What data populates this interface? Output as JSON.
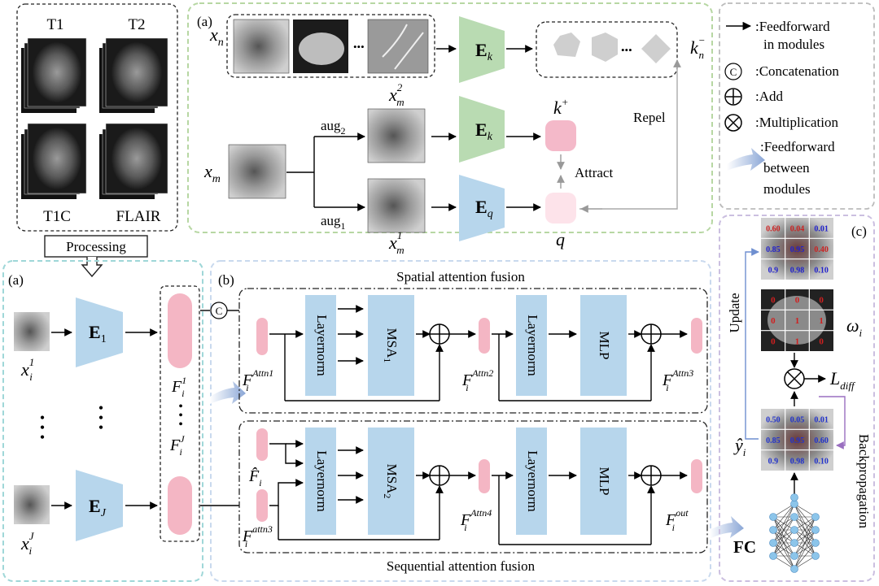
{
  "mri": {
    "t1": "T1",
    "t2": "T2",
    "t1c": "T1C",
    "flair": "FLAIR",
    "processing": "Processing"
  },
  "contrastive": {
    "panel_label": "(a)",
    "x_n": "x",
    "x_n_sub": "n",
    "x_m": "x",
    "x_m_sub": "m",
    "x_m2": "x",
    "x_m2_sup": "2",
    "x_m2_sub": "m",
    "x_m1": "x",
    "x_m1_sup": "1",
    "x_m1_sub": "m",
    "aug2": "aug",
    "aug2_sub": "2",
    "aug1": "aug",
    "aug1_sub": "1",
    "ellipsis": "•••",
    "encoder_k": "E",
    "encoder_k_sub": "k",
    "encoder_q": "E",
    "encoder_q_sub": "q",
    "k_neg": "k",
    "k_neg_sup": "−",
    "k_neg_sub": "n",
    "k_pos": "k",
    "k_pos_sup": "+",
    "q": "q",
    "repel": "Repel",
    "attract": "Attract"
  },
  "legend": {
    "feedforward_in": ":Feedforward in modules",
    "feedforward_in_1": ":Feedforward",
    "feedforward_in_2": "in modules",
    "concat_symbol": "C",
    "concat": ":Concatenation",
    "add": ":Add",
    "mult": ":Multiplication",
    "feedforward_between_1": ":Feedforward",
    "feedforward_between_2": "between",
    "feedforward_between_3": "modules"
  },
  "encoders": {
    "panel_label": "(a)",
    "e1": "E",
    "e1_sub": "1",
    "eJ": "E",
    "eJ_sub": "J",
    "x_i1": "x",
    "x_i1_sup": "1",
    "x_i1_sub": "i",
    "x_iJ": "x",
    "x_iJ_sup": "J",
    "x_iJ_sub": "i",
    "F_i1": "F",
    "F_i1_sup": "1",
    "F_i1_sub": "i",
    "F_iJ": "F",
    "F_iJ_sup": "J",
    "F_iJ_sub": "i",
    "dots": "•"
  },
  "fusion": {
    "panel_label": "(b)",
    "spatial_title": "Spatial attention fusion",
    "sequential_title": "Sequential attention fusion",
    "layernorm": "Layernorm",
    "msa1": "MSA",
    "msa1_sub": "1",
    "msa2": "MSA",
    "msa2_sub": "2",
    "mlp": "MLP",
    "concat_symbol": "C",
    "F": "F",
    "i": "i",
    "attn1": "Attn1",
    "attn2": "Attn2",
    "attn3": "Attn3",
    "attn3_lower": "attn3",
    "attn4": "Attn4",
    "out": "out",
    "F_hat": "F̂"
  },
  "gradient": {
    "panel_label": "(c)",
    "update": "Update",
    "backprop": "Backpropagation",
    "omega": "ω",
    "omega_sub": "i",
    "L": "L",
    "L_sub": "diff",
    "y_hat": "ŷ",
    "y_hat_sub": "i",
    "fc": "FC",
    "top_grid": [
      [
        "0.60",
        "0.04",
        "0.01"
      ],
      [
        "0.85",
        "0.95",
        "0.40"
      ],
      [
        "0.9",
        "0.98",
        "0.10"
      ]
    ],
    "top_grid_colors": [
      [
        "#cc2222",
        "#cc2222",
        "#2222cc"
      ],
      [
        "#2222cc",
        "#2222cc",
        "#cc2222"
      ],
      [
        "#2222cc",
        "#2222cc",
        "#2222cc"
      ]
    ],
    "mid_grid": [
      [
        "0",
        "0",
        "0"
      ],
      [
        "0",
        "1",
        "1"
      ],
      [
        "0",
        "1",
        "0"
      ]
    ],
    "bot_grid": [
      [
        "0.50",
        "0.05",
        "0.01"
      ],
      [
        "0.85",
        "0.95",
        "0.60"
      ],
      [
        "0.9",
        "0.98",
        "0.10"
      ]
    ]
  }
}
